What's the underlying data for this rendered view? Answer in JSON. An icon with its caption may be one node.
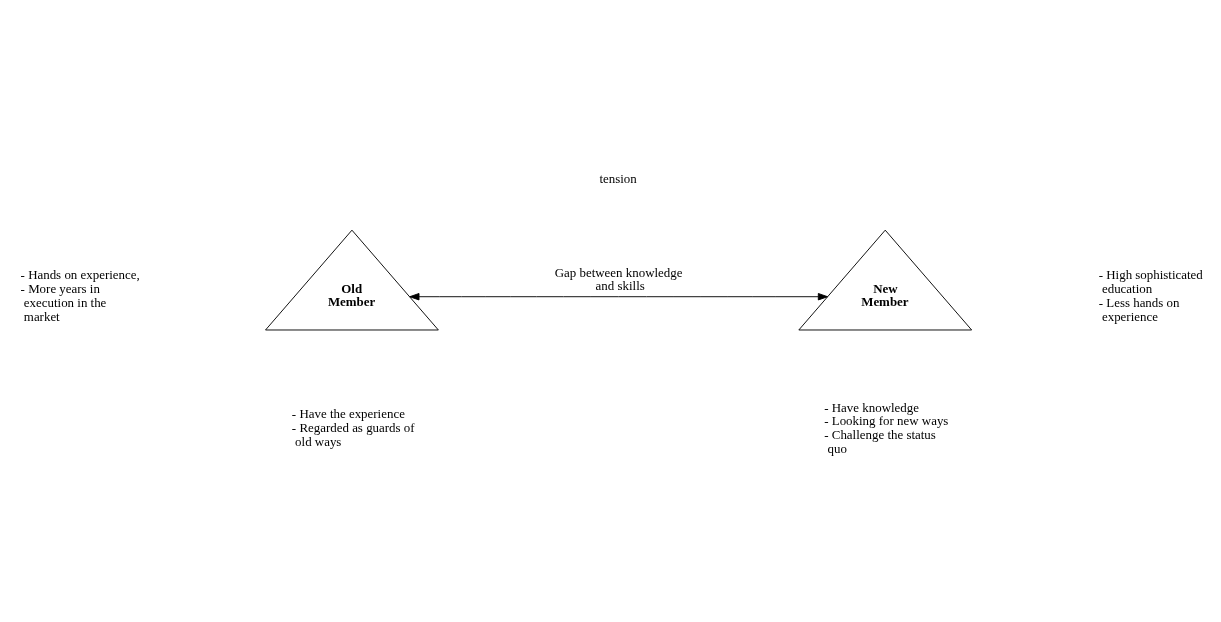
{
  "diagram": {
    "nodes": [
      {
        "text": [
          "Old Member"
        ],
        "beside": [
          "- Hands on experience,",
          "- More years in execution in the market",
          "- Have the experience",
          "- Regarded as guards of old ways"
        ]
      },
      {
        "text": [
          "New Member"
        ],
        "beside": [
          "- High sophisticated education",
          "- Less hands on experience",
          "- Have knowledge",
          "- Looking for new ways",
          "- Challenge the status quo"
        ]
      }
    ],
    "edges": [
      {
        "from": 0,
        "to": 1,
        "arrow": "both",
        "label": "Gap between knowledge and skills"
      }
    ],
    "labels": [
      "tension"
    ]
  }
}
